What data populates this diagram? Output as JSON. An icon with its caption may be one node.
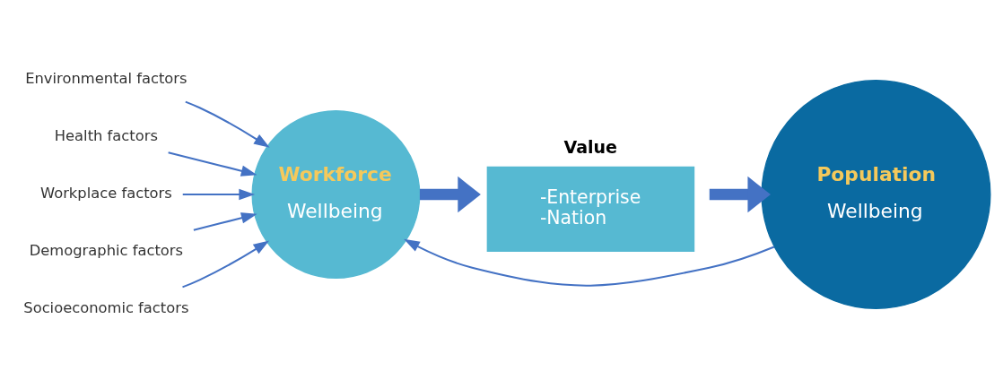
{
  "diagram": {
    "nodes": [
      {
        "text": [
          "Environmental factors"
        ]
      },
      {
        "text": [
          "Health factors"
        ]
      },
      {
        "text": [
          "Workplace factors"
        ]
      },
      {
        "text": [
          "Demographic factors"
        ]
      },
      {
        "text": [
          "Socioeconomic factors"
        ]
      },
      {
        "text": [
          "Workforce",
          "Wellbeing"
        ]
      },
      {
        "text": [
          "Value",
          "-Enterprise",
          "-Nation"
        ]
      },
      {
        "text": [
          "Population",
          "Wellbeing"
        ]
      }
    ],
    "edges": [
      {
        "from": 0,
        "to": 5,
        "arrow": "to"
      },
      {
        "from": 1,
        "to": 5,
        "arrow": "to"
      },
      {
        "from": 2,
        "to": 5,
        "arrow": "to"
      },
      {
        "from": 3,
        "to": 5,
        "arrow": "to"
      },
      {
        "from": 4,
        "to": 5,
        "arrow": "to"
      },
      {
        "from": 5,
        "to": 6,
        "arrow": "to",
        "style": "thick"
      },
      {
        "from": 6,
        "to": 7,
        "arrow": "to",
        "style": "thick"
      },
      {
        "from": 7,
        "to": 5,
        "arrow": "to"
      }
    ]
  }
}
